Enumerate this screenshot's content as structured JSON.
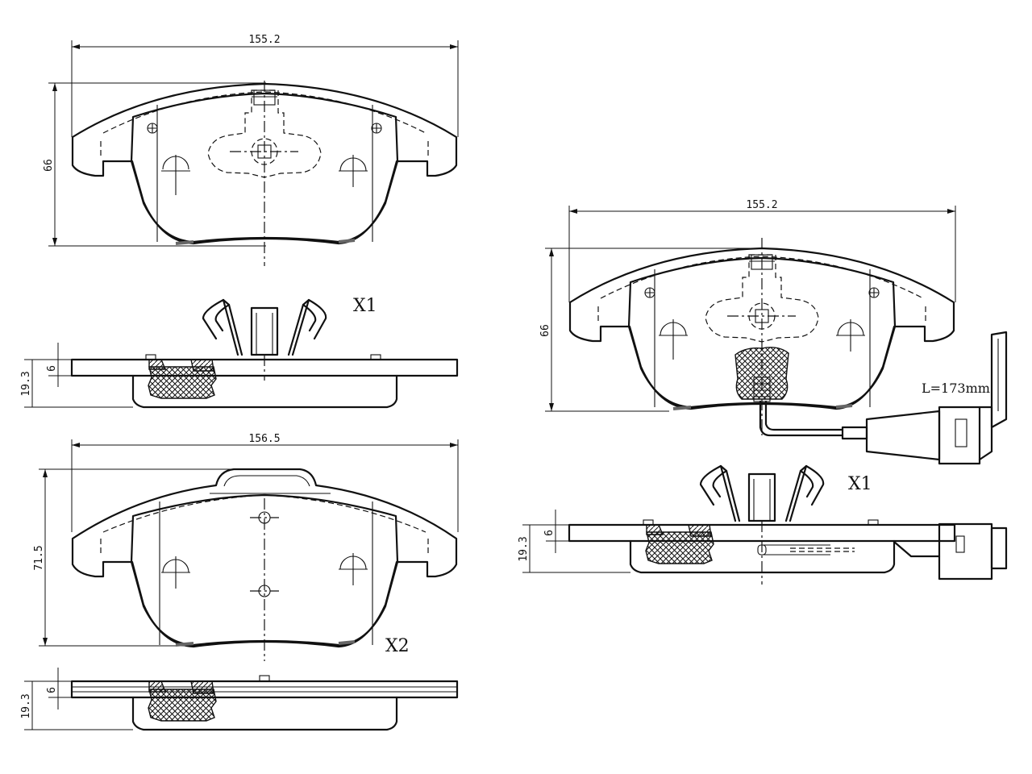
{
  "pad_top_left": {
    "width_label": "155.2",
    "height_label": "66"
  },
  "side_top_left": {
    "thickness_label": "19.3",
    "plate_label": "6",
    "quantity_label": "X1"
  },
  "pad_bottom_left": {
    "width_label": "156.5",
    "height_label": "71.5",
    "quantity_label": "X2"
  },
  "side_bottom_left": {
    "thickness_label": "19.3",
    "plate_label": "6"
  },
  "pad_right": {
    "width_label": "155.2",
    "height_label": "66",
    "wire_length_label": "L=173mm"
  },
  "side_right": {
    "thickness_label": "19.3",
    "plate_label": "6",
    "quantity_label": "X1"
  }
}
